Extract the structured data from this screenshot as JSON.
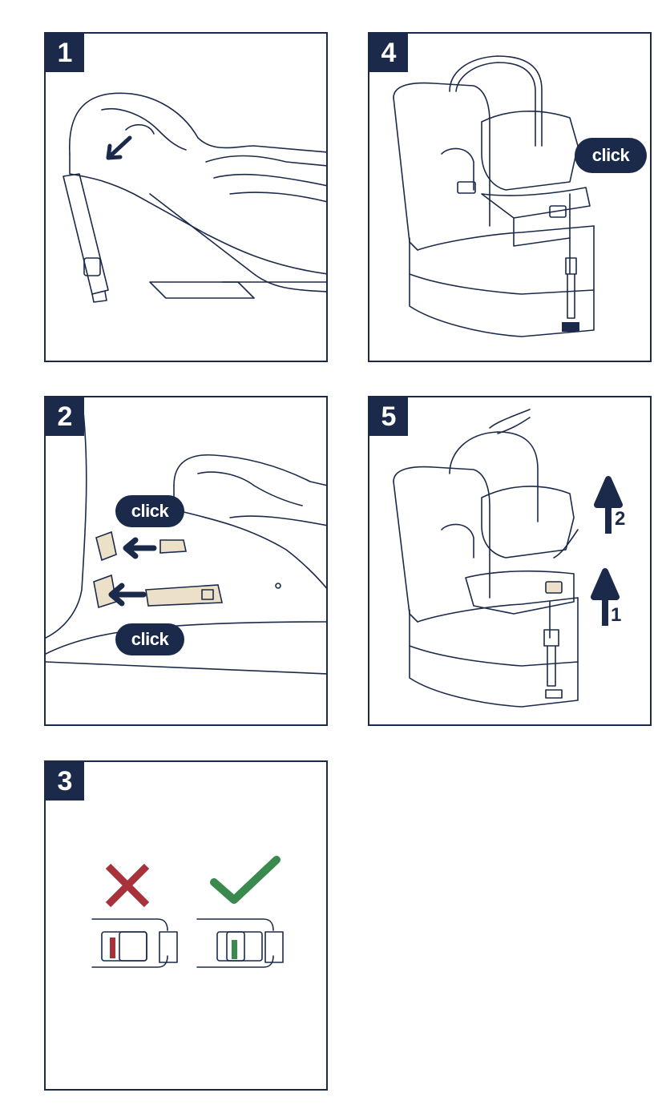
{
  "steps": [
    {
      "number": "1"
    },
    {
      "number": "2",
      "click_top": "click",
      "click_bottom": "click"
    },
    {
      "number": "3"
    },
    {
      "number": "4",
      "click": "click"
    },
    {
      "number": "5",
      "arrow_1": "1",
      "arrow_2": "2"
    }
  ],
  "colors": {
    "navy": "#1b2a4a",
    "beige": "#ede0c8",
    "wrong_red": "#a8323c",
    "correct_green": "#3a8a4e"
  },
  "icons": {
    "wrong": "cross-icon",
    "correct": "checkmark-icon"
  }
}
